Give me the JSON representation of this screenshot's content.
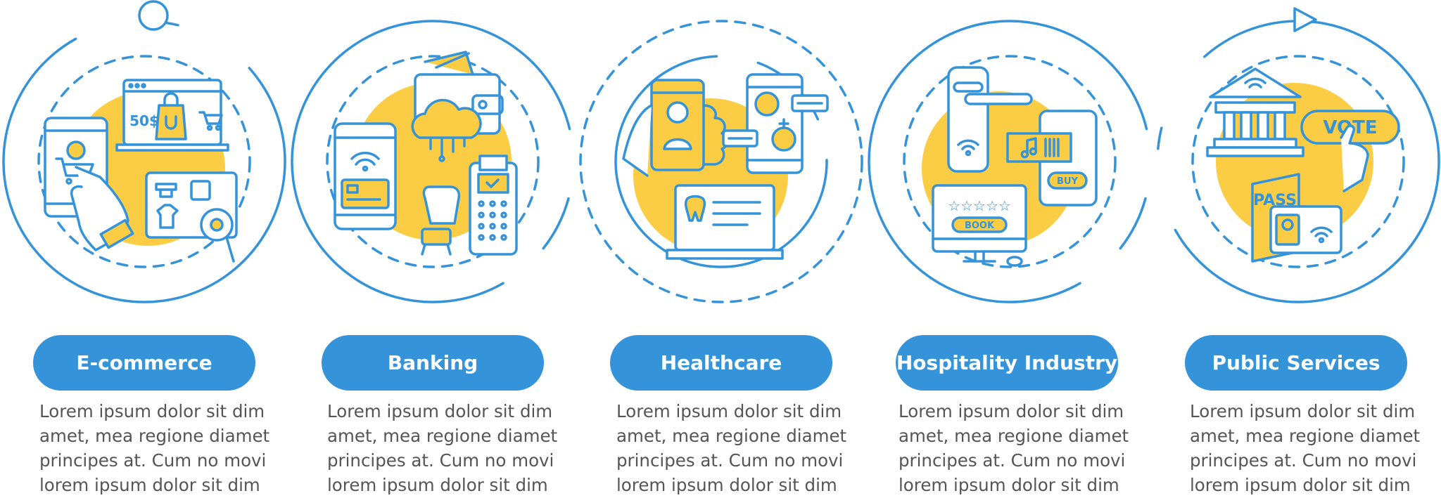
{
  "colors": {
    "accent_blue": "#3493d9",
    "accent_yellow": "#fbcd45",
    "body_text": "#555555"
  },
  "steps": [
    {
      "label": "E-commerce",
      "icon": "ecommerce-illustration-icon",
      "text": [
        "Lorem ipsum dolor sit dim",
        "amet, mea regione diamet",
        "principes at. Cum no movi",
        "lorem ipsum dolor sit dim"
      ]
    },
    {
      "label": "Banking",
      "icon": "banking-illustration-icon",
      "text": [
        "Lorem ipsum dolor sit dim",
        "amet, mea regione diamet",
        "principes at. Cum no movi",
        "lorem ipsum dolor sit dim"
      ]
    },
    {
      "label": "Healthcare",
      "icon": "healthcare-illustration-icon",
      "text": [
        "Lorem ipsum dolor sit dim",
        "amet, mea regione diamet",
        "principes at. Cum no movi",
        "lorem ipsum dolor sit dim"
      ]
    },
    {
      "label": "Hospitality Industry",
      "icon": "hospitality-illustration-icon",
      "text": [
        "Lorem ipsum dolor sit dim",
        "amet, mea regione diamet",
        "principes at. Cum no movi",
        "lorem ipsum dolor sit dim"
      ]
    },
    {
      "label": "Public Services",
      "icon": "public-services-illustration-icon",
      "text": [
        "Lorem ipsum dolor sit dim",
        "amet, mea regione diamet",
        "principes at. Cum no movi",
        "lorem ipsum dolor sit dim"
      ]
    }
  ],
  "illustration_text": {
    "sale": "50$",
    "buy": "BUY",
    "book": "BOOK",
    "vote": "VOTE",
    "pass": "PASS"
  }
}
